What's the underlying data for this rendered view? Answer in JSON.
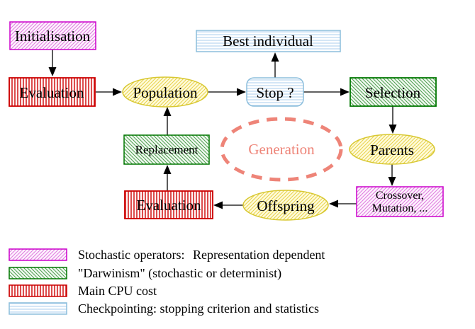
{
  "diagram": {
    "nodes": {
      "initialisation": {
        "label": "Initialisation"
      },
      "evaluation_top": {
        "label": "Evaluation"
      },
      "population": {
        "label": "Population"
      },
      "best_individual": {
        "label": "Best individual"
      },
      "stop": {
        "label": "Stop ?"
      },
      "selection": {
        "label": "Selection"
      },
      "replacement": {
        "label": "Replacement"
      },
      "generation": {
        "label": "Generation"
      },
      "parents": {
        "label": "Parents"
      },
      "crossover": {
        "line1": "Crossover,",
        "line2": "Mutation, ..."
      },
      "offspring": {
        "label": "Offspring"
      },
      "evaluation_bottom": {
        "label": "Evaluation"
      }
    },
    "legend": {
      "stochastic": {
        "text": "Stochastic operators:",
        "text2": "Representation dependent"
      },
      "darwinism": {
        "text": "\"Darwinism\" (stochastic or determinist)"
      },
      "cpu": {
        "text": "Main CPU cost"
      },
      "checkpointing": {
        "text": "Checkpointing: stopping criterion and statistics"
      }
    },
    "colors": {
      "magenta_border": "#cc00cc",
      "magenta_hatch": "#e07ae0",
      "red_border": "#cc0000",
      "red_stripe": "#d42222",
      "green_border": "#007700",
      "green_hatch": "#4d9e4d",
      "yellow_border": "#d8c832",
      "yellow_hatch": "#e8d24a",
      "yellow_fill": "#fffbdc",
      "cyan_border": "#8cbedc",
      "cyan_line": "#aaccee",
      "salmon": "#ee8478",
      "legend_magenta_text": "#cc00cc",
      "legend_yellow_text": "#eecc11",
      "legend_green_text": "#008800",
      "legend_red_text": "#dd0000",
      "legend_cyan_text": "#99c8e8",
      "arrow_black": "#000000"
    }
  }
}
